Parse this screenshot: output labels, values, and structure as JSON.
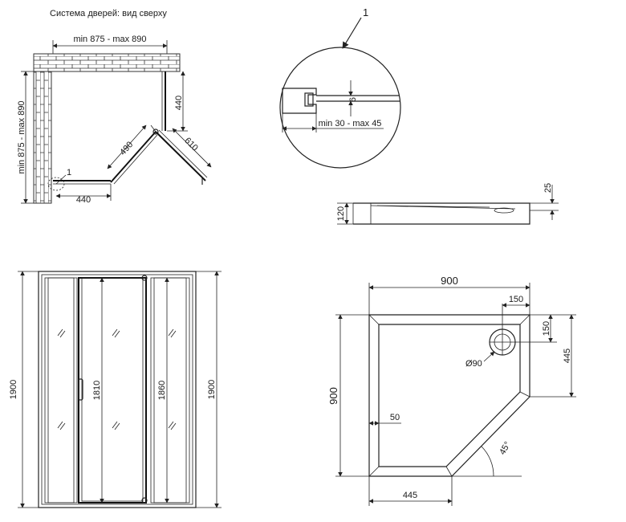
{
  "caption": "Система дверей: вид сверху",
  "callout_number": "1",
  "plan": {
    "width_range": "min 875 - max 890",
    "depth_range": "min 875 - max 890",
    "side_panel": "440",
    "bottom_panel": "440",
    "diagonal_panel": "490",
    "door_opening": "610",
    "callout_label": "1"
  },
  "detail": {
    "thickness": "6",
    "adjust_range": "min 30 - max 45"
  },
  "tray_profile": {
    "height": "120",
    "rim": "25"
  },
  "front_view": {
    "total_height_left": "1900",
    "total_height_right": "1900",
    "door_height": "1810",
    "panel_height": "1860"
  },
  "tray_top": {
    "width": "900",
    "depth": "900",
    "drain_offset_x": "150",
    "drain_offset_y": "150",
    "drain_diameter": "Ø90",
    "side_depth": "445",
    "bottom_width": "445",
    "rim_width": "50",
    "angle": "45°"
  }
}
